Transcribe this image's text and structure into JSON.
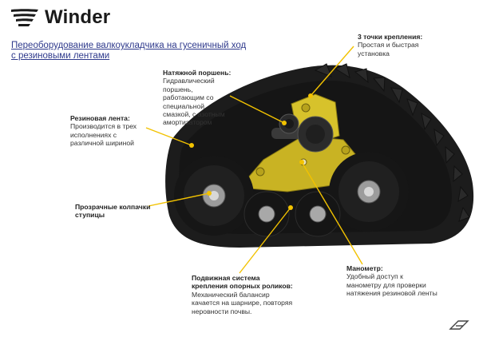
{
  "brand": {
    "name": "Winder",
    "logo_icon": "winder-wings-logo"
  },
  "headline": {
    "line1": "Переоборудование валкоукладчика на гусеничный ход",
    "line2": "с резиновыми лентами"
  },
  "callouts": {
    "attach": {
      "title": "3 точки крепления:",
      "lines": [
        "Простая и быстрая",
        "установка"
      ]
    },
    "piston": {
      "title": "Натяжной поршень:",
      "lines": [
        "Гидравлический",
        "поршень,",
        "работающим со",
        "специальной",
        "смазкой, с азотным",
        "амортизатором"
      ]
    },
    "rubber": {
      "title": "Резиновая лента:",
      "lines": [
        "Производится в трех",
        "исполнениях с",
        "различной шириной"
      ]
    },
    "caps": {
      "title": "Прозрачные колпачки",
      "lines": [
        "ступицы"
      ]
    },
    "gauge": {
      "title": "Манометр:",
      "lines": [
        "Удобный доступ к",
        "манометру для проверки",
        "натяжения резиновой ленты"
      ]
    },
    "rollers": {
      "title": "Подвижная система",
      "title2": "крепления опорных роликов:",
      "lines": [
        "Механический балансир",
        "качается на шарнире, повторяя",
        "неровности почвы."
      ]
    }
  },
  "colors": {
    "accent_yellow": "#f2c200",
    "frame_yellow": "#c9b323",
    "headline_blue": "#2f3a8c",
    "track_dark": "#1c1c1c"
  },
  "footer": {
    "logo_icon": "winder-mark-logo"
  }
}
